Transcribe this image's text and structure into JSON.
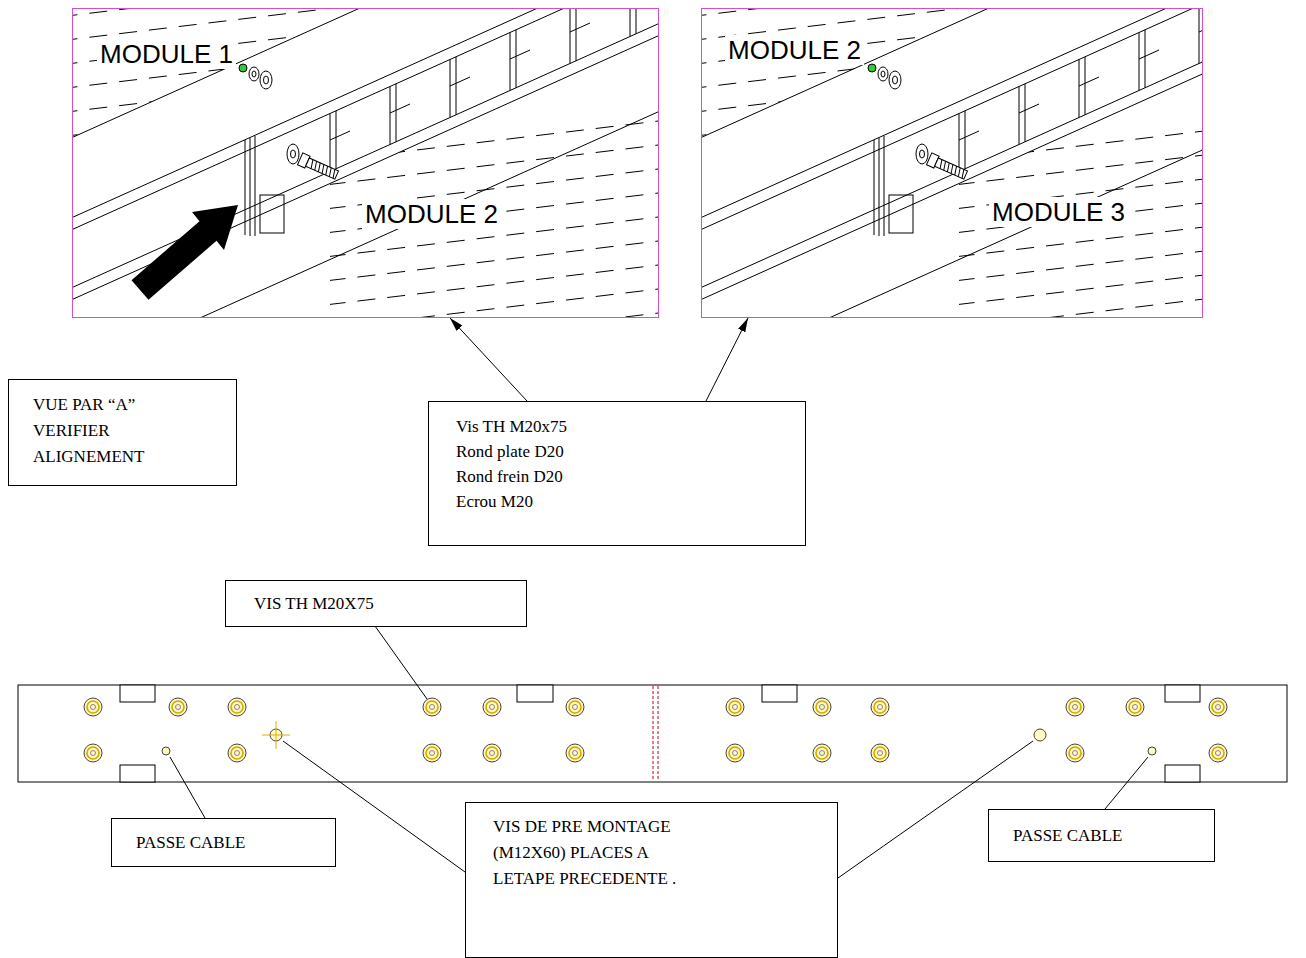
{
  "diagram": {
    "nodes": [
      {
        "text": [
          "MODULE 1",
          "MODULE 2"
        ]
      },
      {
        "text": [
          "MODULE 2",
          "MODULE 3"
        ]
      },
      {
        "text": [
          "VUE PAR “A” VERIFIER ALIGNEMENT"
        ]
      },
      {
        "text": [
          "Vis TH M20x75",
          "Rond plate D20",
          "Rond frein D20",
          "Ecrou M20"
        ]
      },
      {
        "text": [
          "VIS TH M20X75"
        ]
      },
      {
        "text": [
          "PASSE CABLE"
        ]
      },
      {
        "text": [
          "VIS DE PRE MONTAGE (M12X60) PLACES A LETAPE PRECEDENTE ."
        ]
      },
      {
        "text": [
          "PASSE CABLE"
        ]
      }
    ],
    "edges": [
      {
        "from": 3,
        "to": 0,
        "arrow": "to"
      },
      {
        "from": 3,
        "to": 1,
        "arrow": "to"
      }
    ]
  }
}
